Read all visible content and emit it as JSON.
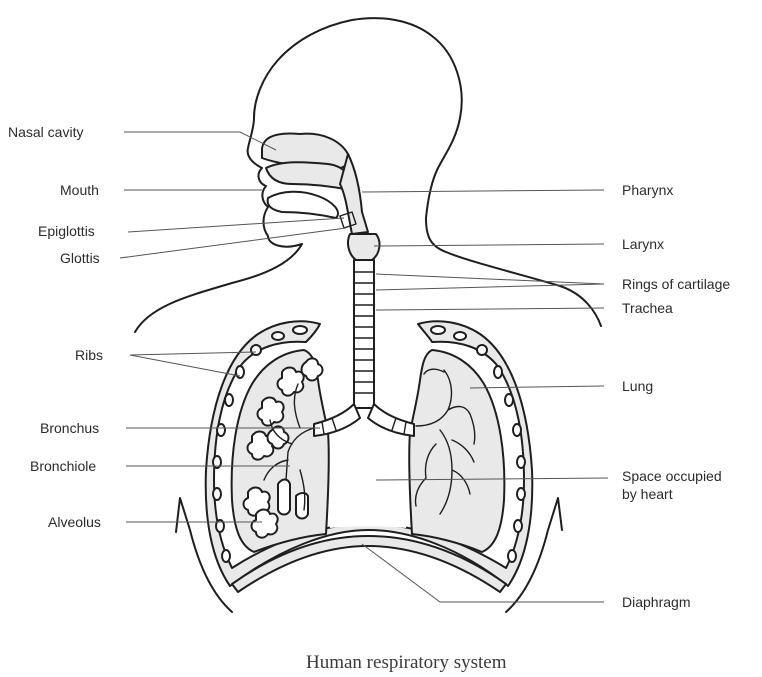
{
  "title": "Human respiratory system",
  "colors": {
    "ink": "#1e1e1e",
    "tissue": "#e9e9e9",
    "leader": "#555555",
    "paper": "#ffffff"
  },
  "labels": {
    "nasal_cavity": "Nasal cavity",
    "mouth": "Mouth",
    "epiglottis": "Epiglottis",
    "glottis": "Glottis",
    "ribs": "Ribs",
    "bronchus": "Bronchus",
    "bronchiole": "Bronchiole",
    "alveolus": "Alveolus",
    "pharynx": "Pharynx",
    "larynx": "Larynx",
    "rings_of_cartilage": "Rings of cartilage",
    "trachea": "Trachea",
    "lung": "Lung",
    "space_heart_line1": "Space occupied",
    "space_heart_line2": "by heart",
    "diaphragm": "Diaphragm"
  }
}
